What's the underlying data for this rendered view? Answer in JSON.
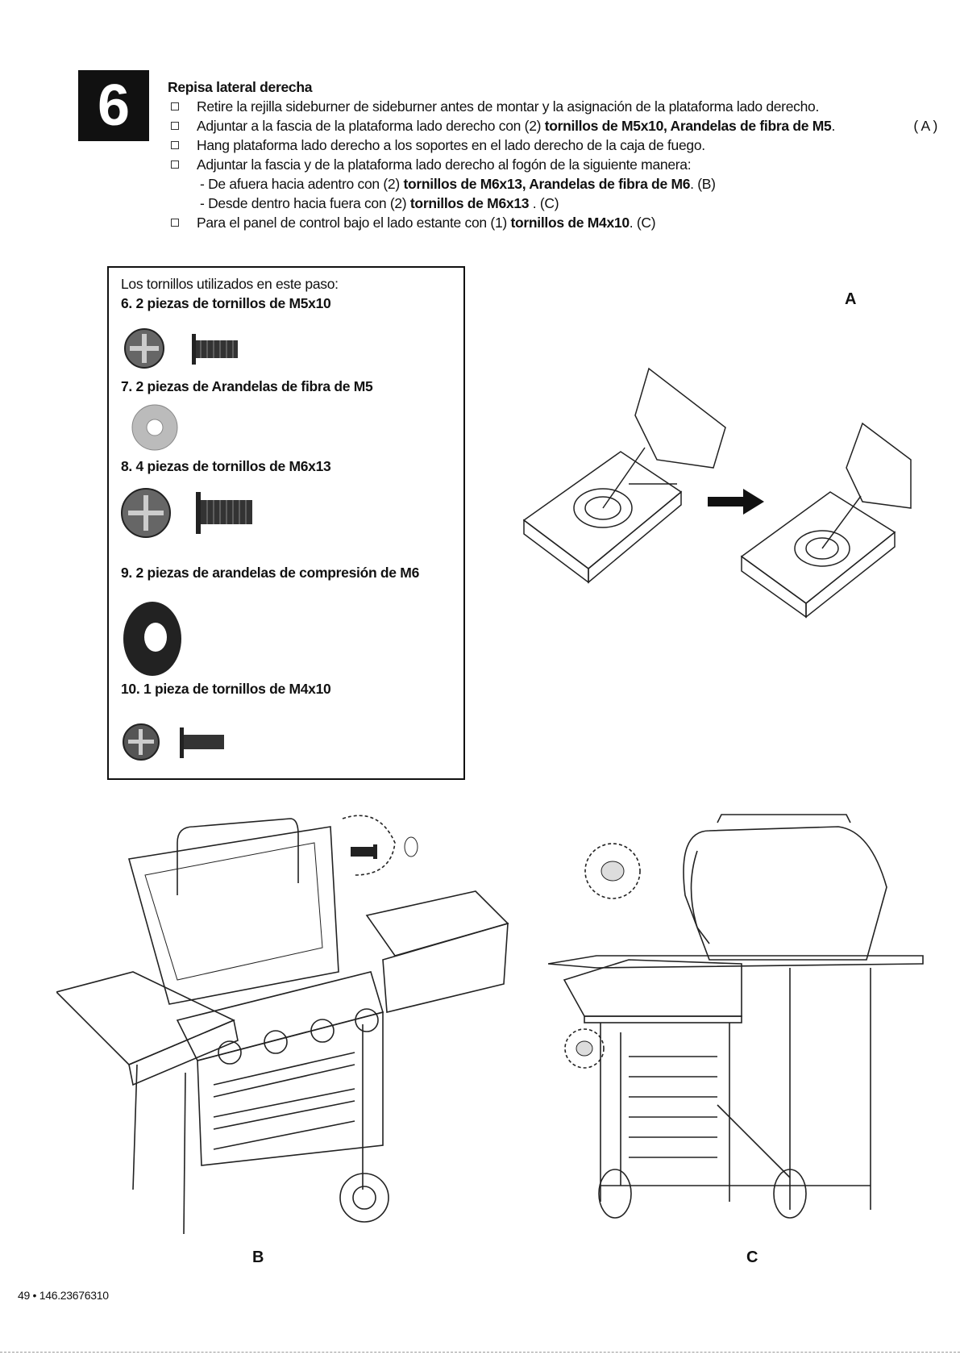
{
  "step_number": "6",
  "section_title": "Repisa lateral derecha",
  "instructions": {
    "l1": "Retire la rejilla sideburner de sideburner antes de montar y la asignación de la plataforma lado derecho.",
    "l2_pre": "Adjuntar a la fascia de la plataforma lado derecho con (2) ",
    "l2_bold": "tornillos de M5x10, Arandelas de fibra de M5",
    "l2_post": ".",
    "l2_tag": "( A )",
    "l3": "Hang plataforma lado derecho a los soportes en el lado derecho de la caja de fuego.",
    "l4": "Adjuntar la fascia y de la plataforma lado derecho al fogón de la siguiente manera:",
    "l5_pre": "- De afuera hacia adentro con (2) ",
    "l5_bold": "tornillos de M6x13, Arandelas de fibra de M6",
    "l5_post": ". (B)",
    "l6_pre": "- Desde dentro hacia fuera con (2) ",
    "l6_bold": "tornillos de M6x13",
    "l6_post": " . (C)",
    "l7_pre": "Para el panel de control bajo el lado estante con (1) ",
    "l7_bold": "tornillos de M4x10",
    "l7_post": ". (C)"
  },
  "parts_box": {
    "intro": "Los tornillos utilizados en este paso:",
    "items": [
      "6.   2 piezas de tornillos de M5x10",
      "7.   2 piezas de Arandelas de fibra de M5",
      "8.   4 piezas de tornillos de M6x13",
      "9.   2 piezas de arandelas de compresión de M6",
      "10.  1 pieza de tornillos de M4x10"
    ]
  },
  "figure_labels": {
    "a": "A",
    "b": "B",
    "c": "C"
  },
  "footer": "49 • 146.23676310"
}
